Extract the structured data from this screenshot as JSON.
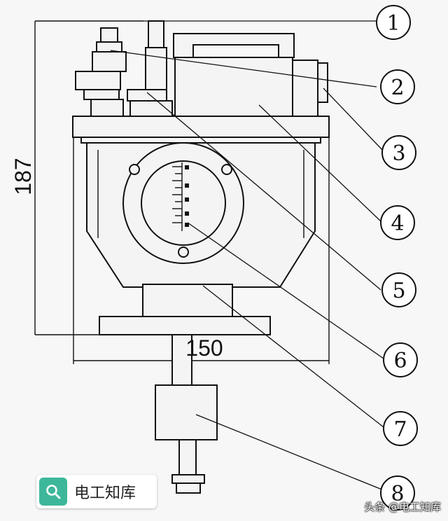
{
  "diagram": {
    "dimension_height": "187",
    "dimension_width": "150",
    "callouts": [
      "1",
      "2",
      "3",
      "4",
      "5",
      "6",
      "7",
      "8"
    ]
  },
  "search_chip": {
    "icon": "search-icon",
    "text": "电工知库",
    "accent": "#3db79a"
  },
  "watermark": {
    "text": "头条 @电工知库"
  }
}
